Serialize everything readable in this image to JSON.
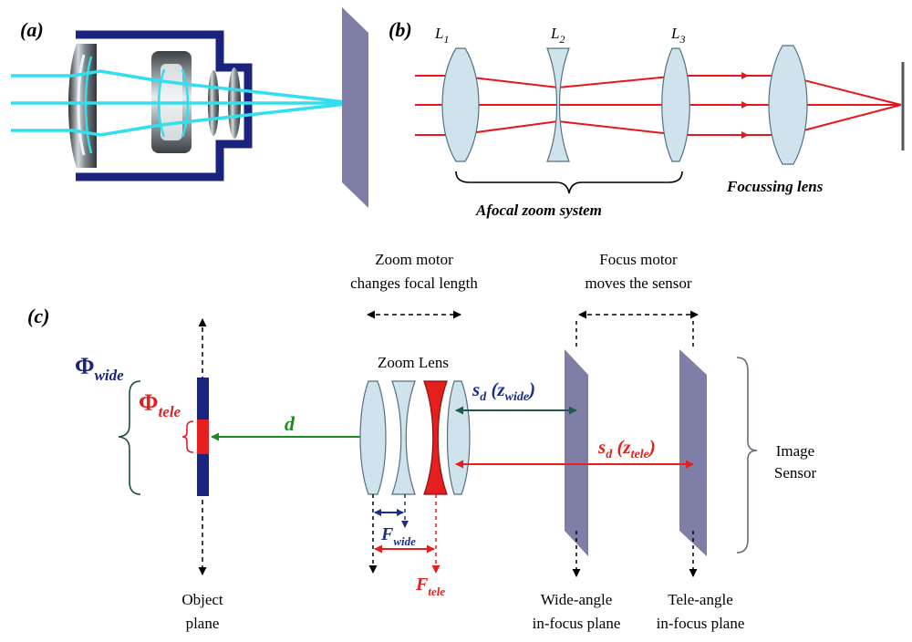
{
  "panel_a": {
    "label": "(a)"
  },
  "panel_b": {
    "label": "(b)",
    "lens_labels": {
      "L1": "L",
      "L1_sub": "1",
      "L2": "L",
      "L2_sub": "2",
      "L3": "L",
      "L3_sub": "3"
    },
    "afocal_label": "Afocal zoom system",
    "focusing_label": "Focussing lens"
  },
  "panel_c": {
    "label": "(c)",
    "zoom_motor": {
      "line1": "Zoom motor",
      "line2": "changes focal length"
    },
    "focus_motor": {
      "line1": "Focus motor",
      "line2": "moves the sensor"
    },
    "zoom_lens": "Zoom Lens",
    "phi": "Φ",
    "phi_wide_sub": "wide",
    "phi_tele_sub": "tele",
    "d": "d",
    "sd": "s",
    "sd_sub": "d",
    "sd_wide_arg": " (z",
    "sd_wide_sub": "wide",
    "sd_tele_arg": " (z",
    "sd_tele_sub": "tele",
    "close_paren": ")",
    "F": "F",
    "F_wide_sub": "wide",
    "F_tele_sub": "tele",
    "image_sensor": {
      "line1": "Image",
      "line2": "Sensor"
    },
    "object_plane": {
      "line1": "Object",
      "line2": "plane"
    },
    "wide_plane": {
      "line1": "Wide-angle",
      "line2": "in-focus plane"
    },
    "tele_plane": {
      "line1": "Tele-angle",
      "line2": "in-focus plane"
    }
  },
  "colors": {
    "cyan_ray": "#33dfee",
    "red_ray": "#e8161b",
    "lens_fill": "#cfe3ec",
    "lens_stroke": "#55707e",
    "navy": "#1a237e",
    "sensor": "#7e7ea6",
    "green": "#1c8a1c",
    "teal": "#1e5a4c",
    "blue": "#1a2f88",
    "red": "#e51e1e"
  }
}
